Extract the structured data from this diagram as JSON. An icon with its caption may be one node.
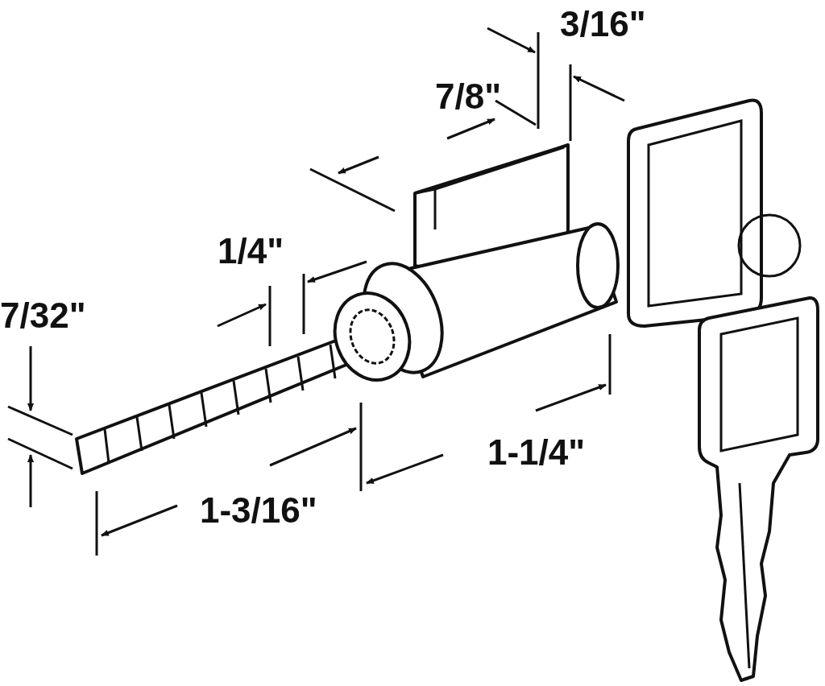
{
  "diagram": {
    "labels": [
      "3/16\"",
      "7/8\"",
      "1/4\"",
      "7/32\"",
      "1-1/4\"",
      "1-3/16\""
    ]
  }
}
